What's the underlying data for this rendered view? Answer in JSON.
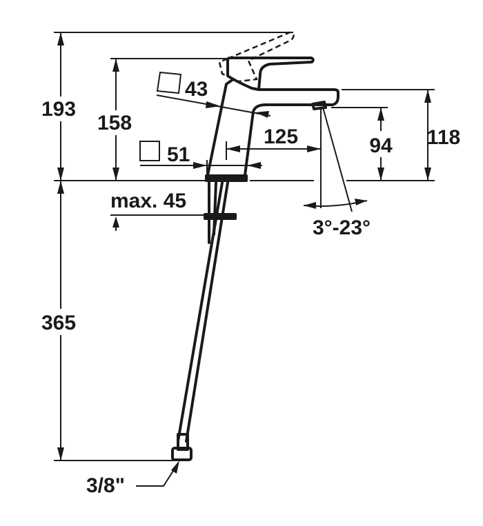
{
  "drawing": {
    "subject": "faucet",
    "dimensions": {
      "total_height": "193",
      "lever_height": "158",
      "spout_height": "118",
      "outlet_height": "94",
      "projection": "125",
      "body_width": "51",
      "lever_width": "43",
      "mount_thickness": "max. 45",
      "hose_length": "365",
      "connection": "3/8\"",
      "spray_angle": "3°-23°"
    },
    "line_color": "#1a1a1a"
  }
}
